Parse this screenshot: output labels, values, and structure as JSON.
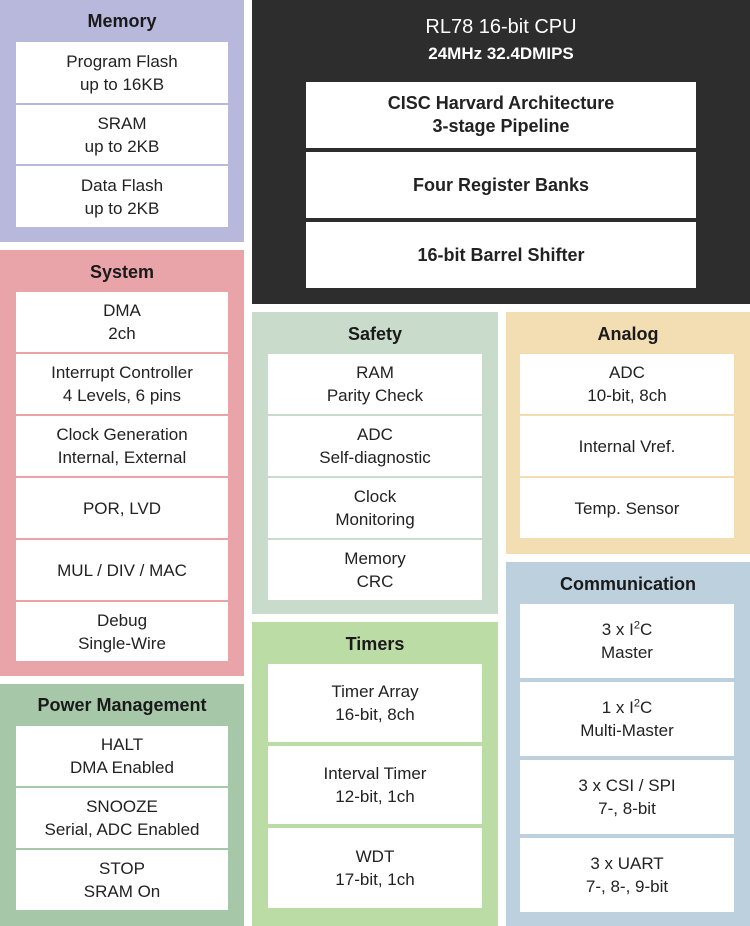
{
  "memory": {
    "title": "Memory",
    "items": [
      {
        "line1": "Program Flash",
        "line2": "up to 16KB"
      },
      {
        "line1": "SRAM",
        "line2": "up to 2KB"
      },
      {
        "line1": "Data Flash",
        "line2": "up to 2KB"
      }
    ]
  },
  "cpu": {
    "title": "RL78 16-bit CPU",
    "subtitle": "24MHz 32.4DMIPS",
    "items": [
      {
        "line1": "CISC Harvard Architecture",
        "line2": "3-stage Pipeline"
      },
      {
        "line1": "Four Register Banks"
      },
      {
        "line1": "16-bit Barrel Shifter"
      }
    ]
  },
  "system": {
    "title": "System",
    "items": [
      {
        "line1": "DMA",
        "line2": "2ch"
      },
      {
        "line1": "Interrupt Controller",
        "line2": "4 Levels, 6 pins"
      },
      {
        "line1": "Clock Generation",
        "line2": "Internal, External"
      },
      {
        "line1": "POR, LVD"
      },
      {
        "line1": "MUL / DIV / MAC"
      },
      {
        "line1": "Debug",
        "line2": "Single-Wire"
      }
    ]
  },
  "safety": {
    "title": "Safety",
    "items": [
      {
        "line1": "RAM",
        "line2": "Parity Check"
      },
      {
        "line1": "ADC",
        "line2": "Self-diagnostic"
      },
      {
        "line1": "Clock",
        "line2": "Monitoring"
      },
      {
        "line1": "Memory",
        "line2": "CRC"
      }
    ]
  },
  "analog": {
    "title": "Analog",
    "items": [
      {
        "line1": "ADC",
        "line2": "10-bit, 8ch"
      },
      {
        "line1": "Internal Vref."
      },
      {
        "line1": "Temp. Sensor"
      }
    ]
  },
  "power": {
    "title": "Power Management",
    "items": [
      {
        "line1": "HALT",
        "line2": "DMA Enabled"
      },
      {
        "line1": "SNOOZE",
        "line2": "Serial, ADC Enabled"
      },
      {
        "line1": "STOP",
        "line2": "SRAM On"
      }
    ]
  },
  "timers": {
    "title": "Timers",
    "items": [
      {
        "line1": "Timer Array",
        "line2": "16-bit, 8ch"
      },
      {
        "line1": "Interval Timer",
        "line2": "12-bit, 1ch"
      },
      {
        "line1": "WDT",
        "line2": "17-bit, 1ch"
      }
    ]
  },
  "comm": {
    "title": "Communication",
    "items": [
      {
        "pre": "3 x I",
        "sup": "2",
        "post": "C",
        "line2": "Master"
      },
      {
        "pre": "1 x I",
        "sup": "2",
        "post": "C",
        "line2": "Multi-Master"
      },
      {
        "line1": "3 x CSI / SPI",
        "line2": "7-, 8-bit"
      },
      {
        "line1": "3 x UART",
        "line2": "7-, 8-, 9-bit"
      }
    ]
  }
}
